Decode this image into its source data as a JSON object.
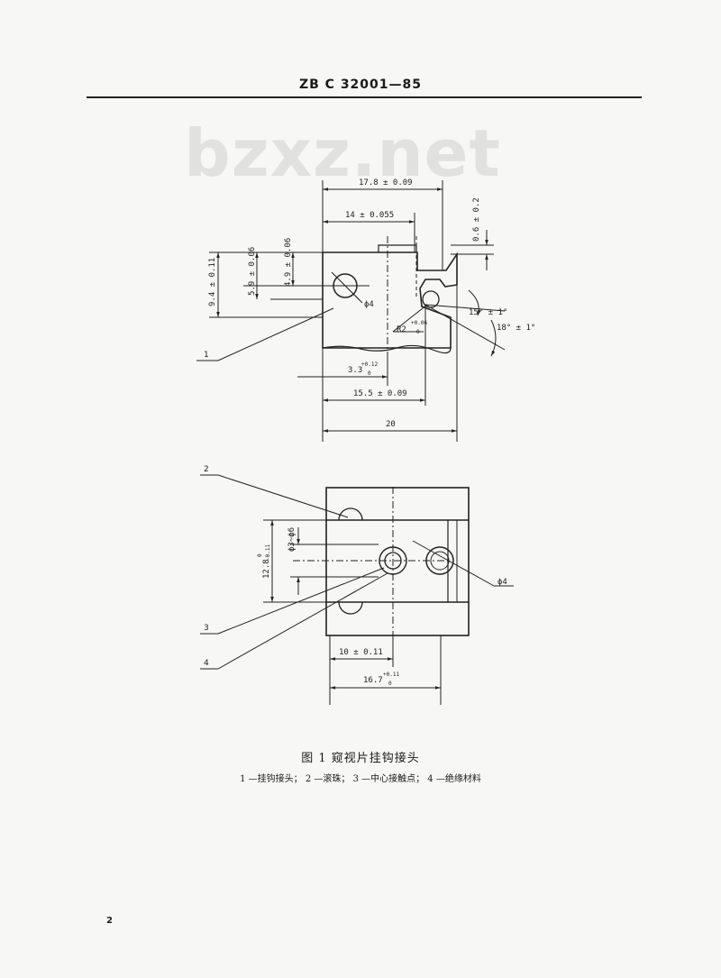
{
  "header": {
    "standard_code": "ZB C 32001—85"
  },
  "watermark": "bzxz.net",
  "figure": {
    "caption": "图 1   窥视片挂钩接头",
    "legend": "1 —挂钩接头； 2 —滚珠； 3 —中心接触点； 4 —绝缘材料"
  },
  "top_view": {
    "dims": {
      "d1": "17.8 ± 0.09",
      "d2": "14 ± 0.055",
      "d3": "0.6 ± 0.2",
      "d4": "9.4 ± 0.11",
      "d5": "5.9 ± 0.06",
      "d6": "4.9 ± 0.06",
      "d7": "ϕ4",
      "d8": "15° ± 1°",
      "d9": "18° ± 1°",
      "d10_main": "R2",
      "d10_tol": "+0.06",
      "d10_tol2": "0",
      "d11_main": "3.3",
      "d11_tol": "+0.12",
      "d11_tol2": "0",
      "d12": "15.5 ± 0.09",
      "d13": "20"
    },
    "callouts": {
      "c1": "1"
    }
  },
  "bottom_view": {
    "dims": {
      "d1_main": "12.8",
      "d1_tol": "0",
      "d1_tol2": "-0.11",
      "d2": "ϕ3~ϕ6",
      "d3": "ϕ4",
      "d4": "10 ± 0.11",
      "d5_main": "16.7",
      "d5_tol": "+0.11",
      "d5_tol2": "0"
    },
    "callouts": {
      "c2": "2",
      "c3": "3",
      "c4": "4"
    }
  },
  "page_number": "2"
}
